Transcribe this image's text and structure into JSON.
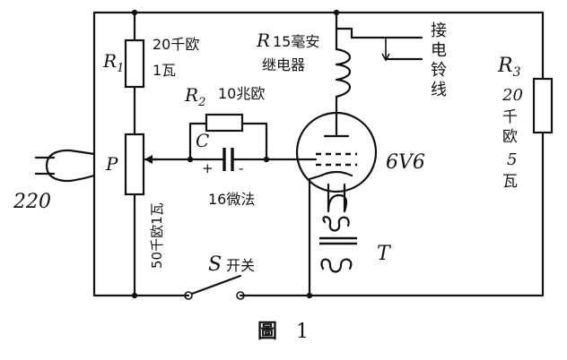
{
  "components": {
    "r1": {
      "ref": "R",
      "sub": "1",
      "value": "20千欧",
      "power": "1瓦"
    },
    "r2": {
      "ref": "R",
      "sub": "2",
      "value": "10兆欧"
    },
    "r3": {
      "ref": "R",
      "sub": "3",
      "value_num": "20",
      "value_unit": "千",
      "value_unit2": "欧",
      "power_num": "5",
      "power_unit": "瓦"
    },
    "relay": {
      "ref": "R",
      "value": "15毫安",
      "name": "继电器"
    },
    "bell": {
      "text": [
        "接",
        "电",
        "铃",
        "线"
      ]
    },
    "capacitor": {
      "ref": "C",
      "value": "16微法",
      "plus": "+",
      "minus": "-"
    },
    "potentiometer": {
      "ref": "P",
      "value": "50千欧1瓦"
    },
    "tube": {
      "model": "6V6"
    },
    "transformer": {
      "ref": "T"
    },
    "switch": {
      "ref": "S",
      "label": "开关"
    },
    "mains": {
      "voltage": "220"
    }
  },
  "caption": {
    "word": "圖",
    "number": "1"
  }
}
